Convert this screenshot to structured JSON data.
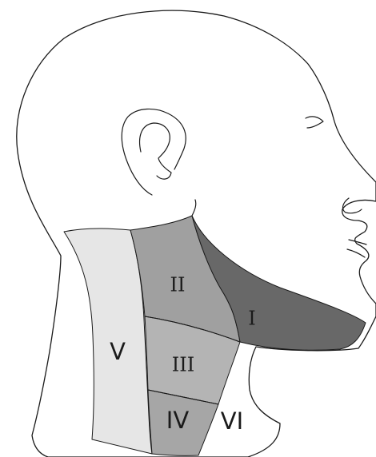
{
  "zones": [
    {
      "id": "I",
      "label": "I",
      "color": "#686868"
    },
    {
      "id": "II",
      "label": "II",
      "color": "#a0a0a0"
    },
    {
      "id": "III",
      "label": "III",
      "color": "#b4b4b4"
    },
    {
      "id": "IV",
      "label": "IV",
      "color": "#a6a6a6"
    },
    {
      "id": "V",
      "label": "V",
      "color": "#e6e6e6"
    },
    {
      "id": "VI",
      "label": "VI",
      "color": "#ffffff"
    }
  ]
}
